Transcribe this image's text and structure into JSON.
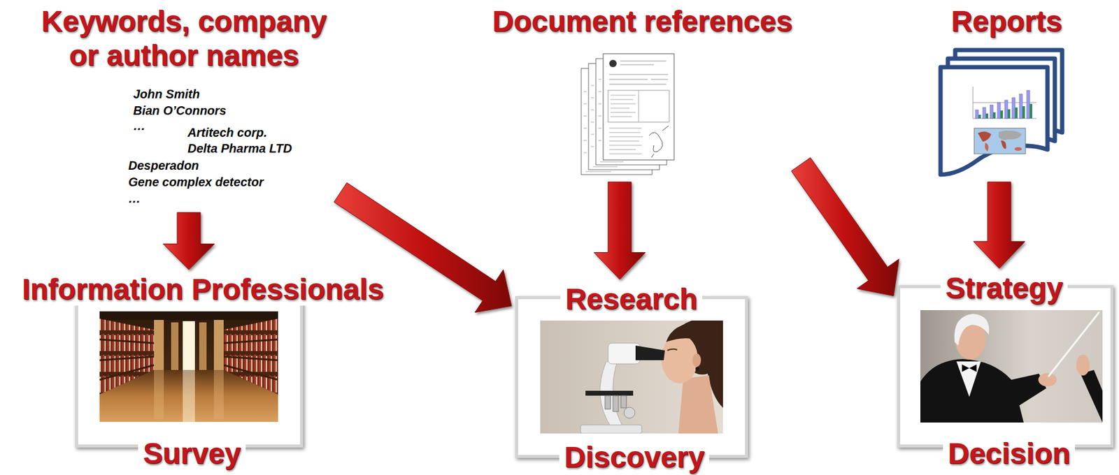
{
  "diagram": {
    "nodes": [
      {
        "text": [
          "Keywords, company or author names",
          "John Smith",
          "Bian O’Connors",
          "…",
          "Artitech corp.",
          "Delta Pharma LTD",
          "Desperadon",
          "Gene complex detector",
          "…"
        ]
      },
      {
        "text": [
          "Information Professionals",
          "Survey"
        ]
      },
      {
        "text": [
          "Document references"
        ]
      },
      {
        "text": [
          "Research",
          "Discovery"
        ]
      },
      {
        "text": [
          "Reports"
        ]
      },
      {
        "text": [
          "Strategy",
          "Decision"
        ]
      }
    ],
    "edges": [
      {
        "from": 0,
        "to": 1,
        "arrow": "to"
      },
      {
        "from": 0,
        "to": 3,
        "arrow": "to"
      },
      {
        "from": 2,
        "to": 3,
        "arrow": "to"
      },
      {
        "from": 2,
        "to": 5,
        "arrow": "to"
      },
      {
        "from": 4,
        "to": 5,
        "arrow": "to"
      }
    ]
  }
}
